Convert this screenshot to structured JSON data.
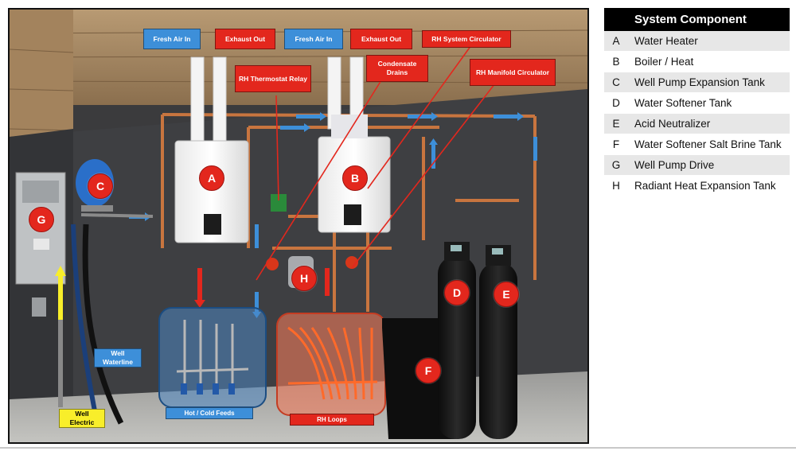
{
  "table": {
    "header": "System Component",
    "rows": [
      {
        "letter": "A",
        "component": "Water Heater"
      },
      {
        "letter": "B",
        "component": "Boiler / Heat"
      },
      {
        "letter": "C",
        "component": "Well Pump Expansion Tank"
      },
      {
        "letter": "D",
        "component": "Water Softener Tank"
      },
      {
        "letter": "E",
        "component": "Acid Neutralizer"
      },
      {
        "letter": "F",
        "component": "Water Softener Salt Brine Tank"
      },
      {
        "letter": "G",
        "component": "Well Pump Drive"
      },
      {
        "letter": "H",
        "component": "Radiant Heat Expansion Tank"
      }
    ]
  },
  "callouts": {
    "fresh_air_1": "Fresh Air In",
    "exhaust_1": "Exhaust Out",
    "fresh_air_2": "Fresh Air In",
    "exhaust_2": "Exhaust Out",
    "rh_system_circulator": "RH System Circulator",
    "rh_thermostat_relay": "RH Thermostat Relay",
    "condensate_drains": "Condensate Drains",
    "rh_manifold_circulator": "RH Manifold Circulator",
    "well_waterline": "Well Waterline",
    "well_electric": "Well Electric",
    "hot_cold_feeds": "Hot / Cold Feeds",
    "rh_loops": "RH Loops"
  },
  "markers": {
    "a": "A",
    "b": "B",
    "c": "C",
    "d": "D",
    "e": "E",
    "f": "F",
    "g": "G",
    "h": "H"
  },
  "colors": {
    "blue_label": "#3d8fd9",
    "red_label": "#e3271d",
    "yellow_label": "#f8ee2a",
    "copper": "#c8753f",
    "wall": "#3b3b3d"
  }
}
